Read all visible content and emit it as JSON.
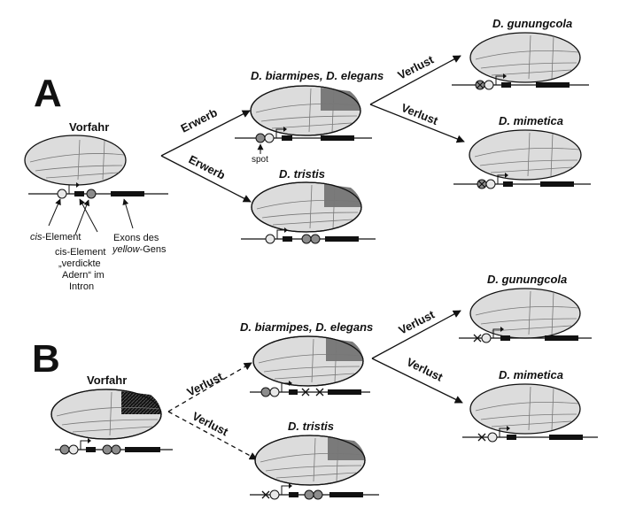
{
  "panel_a": {
    "letter": "A",
    "ancestor": "Vorfahr",
    "gain_label": "Erwerb",
    "loss_label": "Verlust",
    "species_biarmipes": "D. biarmipes, D. elegans",
    "species_tristis": "D. tristis",
    "species_gunungcola": "D. gunungcola",
    "species_mimetica": "D. mimetica",
    "spot_label": "spot",
    "note_cis_prefix": "cis",
    "note_cis_suffix": "-Element",
    "note_intron_line1": "cis-Element",
    "note_intron_line2": "„verdickte",
    "note_intron_line3": "Adern“ im",
    "note_intron_line4": "Intron",
    "note_exons_line1": "Exons des",
    "note_exons_italic": "yellow",
    "note_exons_suffix": "-Gens"
  },
  "panel_b": {
    "letter": "B",
    "ancestor": "Vorfahr",
    "loss_label": "Verlust",
    "species_biarmipes": "D. biarmipes, D. elegans",
    "species_tristis": "D. tristis",
    "species_gunungcola": "D. gunungcola",
    "species_mimetica": "D. mimetica"
  },
  "colors": {
    "wing_fill": "#dcdcdc",
    "spot_fill": "#7a7a7a",
    "ancestor_spot_fill": "#1a1a1a",
    "element_light": "#e8e8e8",
    "element_dark": "#8c8c8c",
    "line": "#111111"
  }
}
